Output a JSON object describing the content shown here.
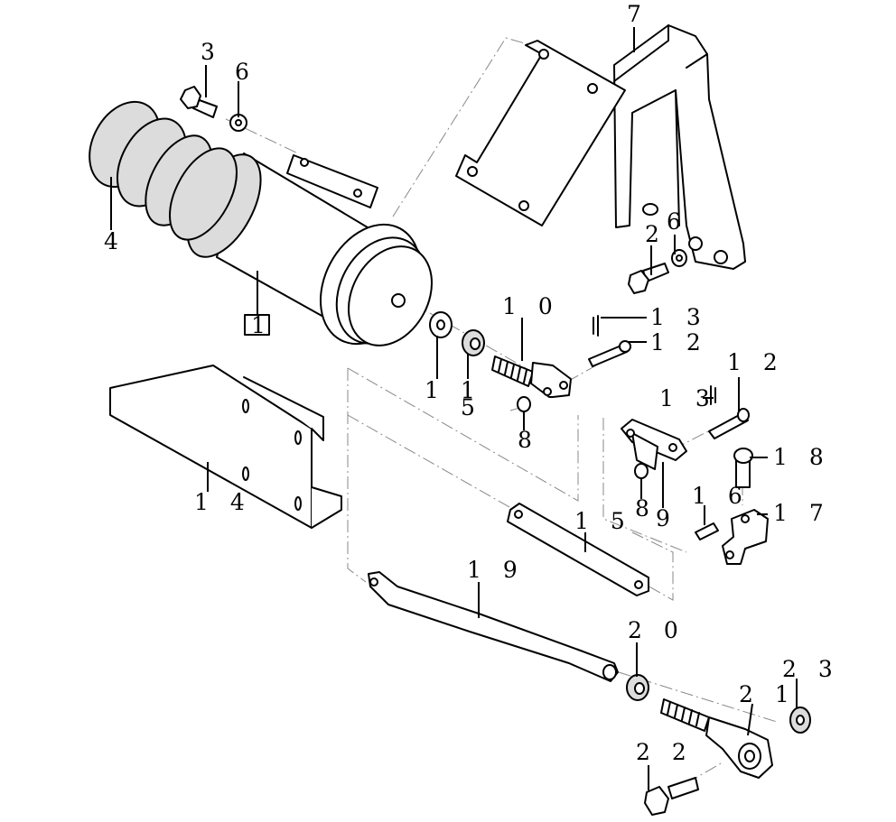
{
  "labels": {
    "p1": "1",
    "p2_upper": "2",
    "p3": "3",
    "p4": "4",
    "p6_upper_left": "6",
    "p6_upper_right": "6",
    "p7": "7",
    "p8_left": "8",
    "p8_right": "8",
    "p9": "9",
    "p10": "1 0",
    "p11": "1 1",
    "p12_upper": "1 2",
    "p12_right": "1 2",
    "p13_upper": "1 3",
    "p13_right": "1 3",
    "p14": "1 4",
    "p15_washer": "5",
    "p15_link": "1 5",
    "p16": "1 6",
    "p17": "1 7",
    "p18": "1 8",
    "p19": "1 9",
    "p20": "2 0",
    "p21": "2 1",
    "p22": "2 2",
    "p23": "2 3"
  },
  "colors": {
    "line": "#000000",
    "shade": "#dcdcdc",
    "background": "#ffffff"
  }
}
